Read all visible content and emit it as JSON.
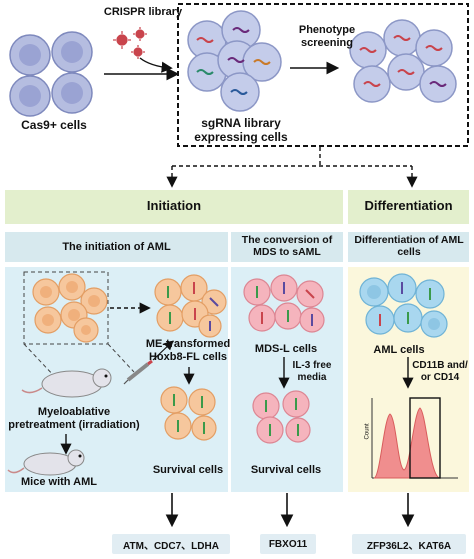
{
  "top": {
    "crispr_label": "CRISPR library",
    "cas9_label": "Cas9+ cells",
    "sgrna_label": "sgRNA library expressing cells",
    "screen_label": "Phenotype screening"
  },
  "bands": {
    "initiation": "Initiation",
    "differentiation": "Differentiation"
  },
  "subheads": {
    "aml_initiation": "The initiation of AML",
    "mds_conversion": "The conversion of MDS  to sAML",
    "aml_differentiation": "Differentiation of AML cells"
  },
  "initiation_panel": {
    "me_label": "ME-transformed Hoxb8-FL cells",
    "pretreat_label": "Myeloablative pretreatment (irradiation)",
    "mice_label": "Mice with AML",
    "survival_label": "Survival cells"
  },
  "mds_panel": {
    "mdsl_label": "MDS-L cells",
    "media_label": "IL-3 free media",
    "survival_label": "Survival cells"
  },
  "diff_panel": {
    "aml_label": "AML cells",
    "marker_label": "CD11B and/ or CD14",
    "flow_ylabel": "Count"
  },
  "genes": {
    "initiation": "ATM、CDC7、LDHA",
    "mds": "FBXO11",
    "differentiation": "ZFP36L2、KAT6A"
  },
  "colors": {
    "band": "#e3efcd",
    "subband": "#d7e9ee",
    "blue_panel": "#dceff6",
    "yellow_panel": "#fbf7dc",
    "cell_blue": "#aeb6dc",
    "cell_orange": "#f6c79d",
    "cell_pink": "#f5b4bd",
    "cell_cyan": "#a9d7ef",
    "virus_red": "#c9444c",
    "histogram": "#f08e8e"
  }
}
